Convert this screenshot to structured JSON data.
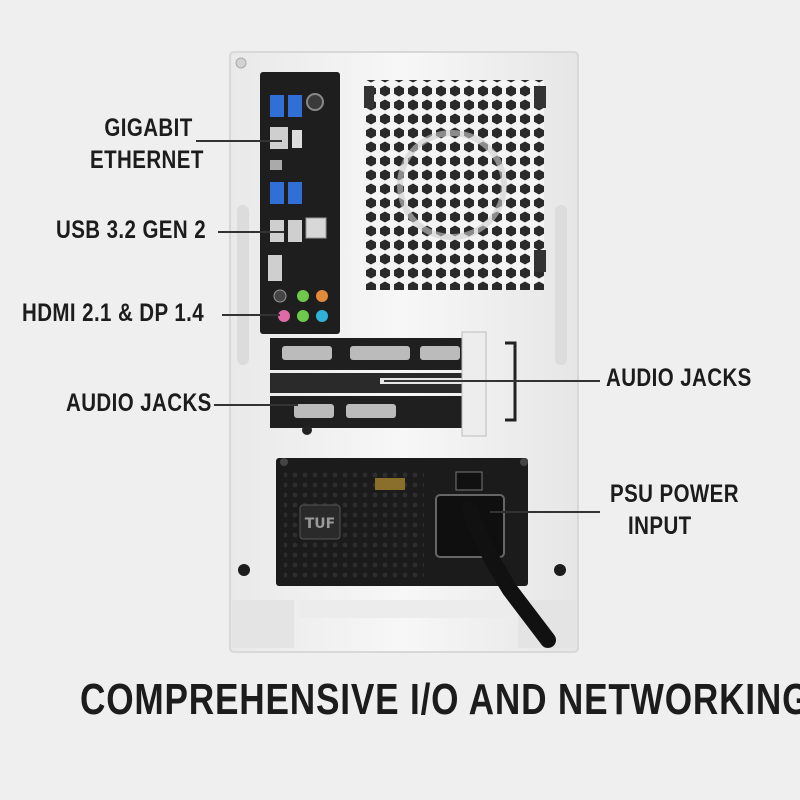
{
  "labels": {
    "gigabit_line1": "GIGABIT",
    "gigabit_line2": "ETHERNET",
    "usb": "USB 3.2 GEN 2",
    "hdmi": "HDMI 2.1 & DP 1.4",
    "audio_left": "AUDIO JACKS",
    "audio_right": "AUDIO JACKS",
    "psu_line1": "PSU POWER",
    "psu_line2": "INPUT"
  },
  "title": "COMPREHENSIVE I/O AND NETWORKING",
  "colors": {
    "background": "#efefef",
    "case": "#f4f4f4",
    "text": "#1c1c1c",
    "panel": "#1e1e1e",
    "port_blue": "#2f6fd6",
    "jack_green": "#6ec94a",
    "jack_pink": "#e06aa8",
    "jack_orange": "#e28a3a",
    "jack_cyan": "#2fb3d6"
  },
  "icons": [
    "usb-port-icon",
    "ethernet-port-icon",
    "hdmi-port-icon",
    "audio-jack-icon",
    "power-socket-icon",
    "fan-grill-icon"
  ]
}
